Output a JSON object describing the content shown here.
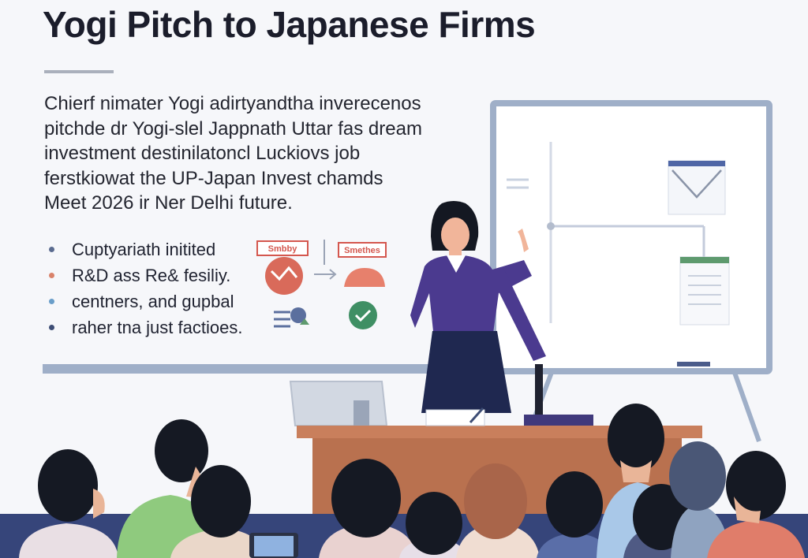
{
  "headline": "Yogi Pitch to Japanese Firms",
  "intro_lines": [
    "Chierf nimater Yogi adirtyandtha inverecenos",
    "pitchde dr Yogi-slel Jappnath Uttar fas dream",
    "investment destinilatoncl Luckiovs job",
    "ferstkiowat the UP-Japan Invest chamds",
    "Meet 2026 ir Ner Delhi future."
  ],
  "bullets": [
    {
      "text": "Cuptyariath initited",
      "color": "#5a6b8f"
    },
    {
      "text": "R&D ass Re& fesiliy.",
      "color": "#d9826a"
    },
    {
      "text": "centners, and gupbal",
      "color": "#6a9ec9"
    },
    {
      "text": "raher tna just factioes.",
      "color": "#3d4d75"
    }
  ],
  "board_cards": [
    {
      "label": "Smbby",
      "color": "#d4574e"
    },
    {
      "label": "Smethes",
      "color": "#d4574e"
    }
  ],
  "colors": {
    "board_frame": "#9fafc8",
    "presenter_top": "#4b3a8f",
    "podium": "#c97f5c"
  }
}
